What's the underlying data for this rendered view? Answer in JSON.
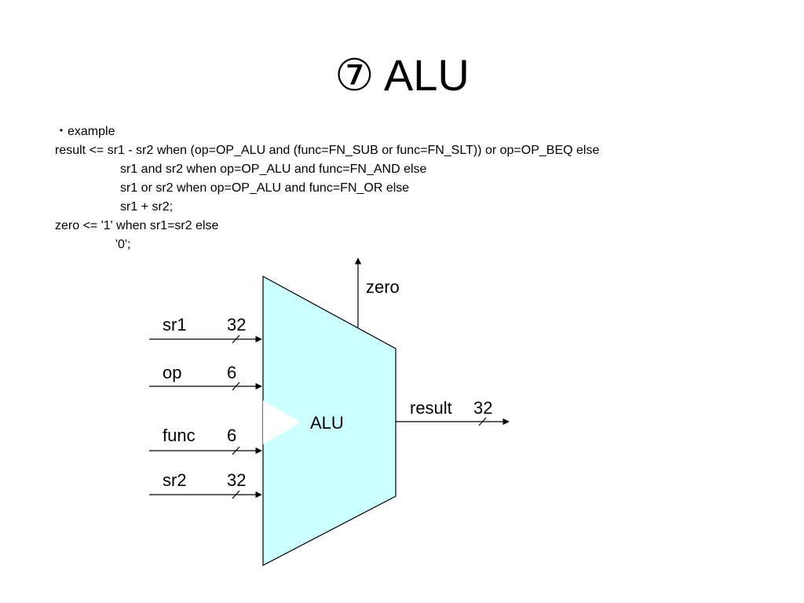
{
  "slide": {
    "title": "⑦ ALU"
  },
  "code": {
    "heading": "・example",
    "lines": [
      "result <= sr1 - sr2 when (op=OP_ALU and (func=FN_SUB or func=FN_SLT)) or op=OP_BEQ else",
      "sr1 and sr2 when op=OP_ALU and func=FN_AND else",
      "sr1 or sr2 when op=OP_ALU and func=FN_OR else",
      "sr1 + sr2;",
      "zero <= '1' when sr1=sr2 else",
      "'0';"
    ]
  },
  "diagram": {
    "block_label": "ALU",
    "block_fill": "#ccffff",
    "inputs": [
      {
        "name": "sr1",
        "width": "32"
      },
      {
        "name": "op",
        "width": "6"
      },
      {
        "name": "func",
        "width": "6"
      },
      {
        "name": "sr2",
        "width": "32"
      }
    ],
    "outputs": [
      {
        "name": "result",
        "width": "32"
      },
      {
        "name": "zero"
      }
    ]
  }
}
